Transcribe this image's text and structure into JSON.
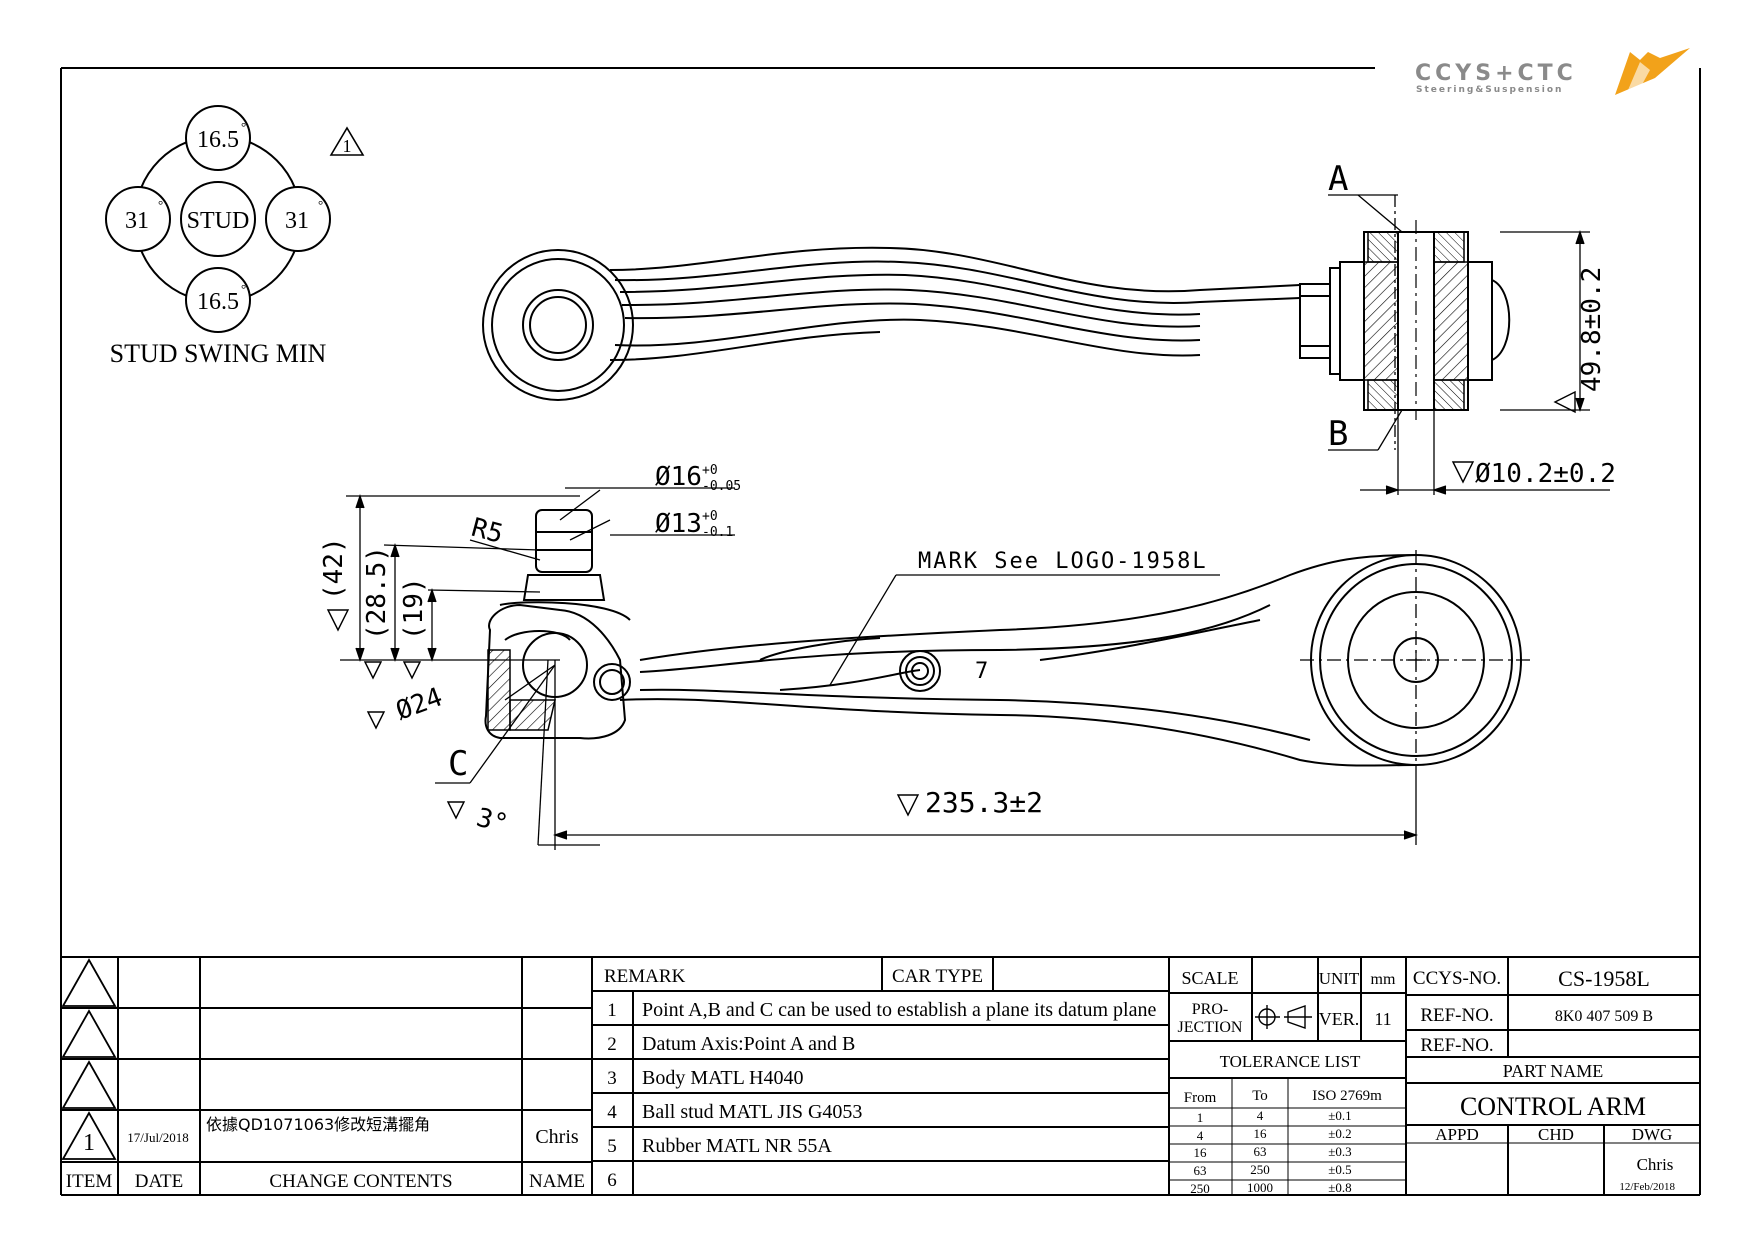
{
  "logo": {
    "brand": "CCYS+CTC",
    "tagline": "Steering&Suspension"
  },
  "swing": {
    "top": "16.5",
    "bottom": "16.5",
    "left": "31",
    "right": "31",
    "center": "STUD",
    "title": "STUD SWING MIN",
    "deg": "°",
    "rev_mark": "1"
  },
  "labels": {
    "point_a": "A",
    "point_b": "B",
    "point_c": "C",
    "dim_49_8": "49.8±0.2",
    "dim_10_2": "Ø10.2±0.2",
    "dim_16": "Ø16",
    "dim_16_tol_up": "+0",
    "dim_16_tol_dn": "-0.05",
    "dim_13": "Ø13",
    "dim_13_tol_up": "+0",
    "dim_13_tol_dn": "-0.1",
    "r5": "R5",
    "dim_42": "(42)",
    "dim_28_5": "(28.5)",
    "dim_19": "(19)",
    "dim_24": "Ø24",
    "dim_3deg": "3°",
    "dim_235": "235.3±2",
    "mark_note": "MARK See LOGO-1958L",
    "part_digit": "7"
  },
  "revisions": {
    "rows": [
      {
        "item": "",
        "date": "",
        "content": "",
        "name": ""
      },
      {
        "item": "",
        "date": "",
        "content": "",
        "name": ""
      },
      {
        "item": "",
        "date": "",
        "content": "",
        "name": ""
      },
      {
        "item": "1",
        "date": "17/Jul/2018",
        "content": "依據QD1071063修改短溝擺角",
        "name": "Chris"
      }
    ],
    "header": {
      "item": "ITEM",
      "date": "DATE",
      "content": "CHANGE CONTENTS",
      "name": "NAME"
    }
  },
  "remarks": {
    "remark_label": "REMARK",
    "car_type_label": "CAR TYPE",
    "items": [
      {
        "no": "1",
        "text": "Point A,B and C can be used to establish a plane its datum plane"
      },
      {
        "no": "2",
        "text": "Datum Axis:Point A and B"
      },
      {
        "no": "3",
        "text": "Body MATL H4040"
      },
      {
        "no": "4",
        "text": "Ball stud MATL JIS G4053"
      },
      {
        "no": "5",
        "text": "Rubber MATL NR 55A"
      },
      {
        "no": "6",
        "text": ""
      }
    ]
  },
  "title_block": {
    "scale_label": "SCALE",
    "unit_label": "UNIT",
    "unit_value": "mm",
    "projection_label_1": "PRO-",
    "projection_label_2": "JECTION",
    "ver_label": "VER.",
    "ver_value": "11",
    "tolerance_title": "TOLERANCE LIST",
    "tol_header": {
      "from": "From",
      "to": "To",
      "iso": "ISO 2769m"
    },
    "tolerances": [
      {
        "from": "1",
        "to": "4",
        "tol": "±0.1"
      },
      {
        "from": "4",
        "to": "16",
        "tol": "±0.2"
      },
      {
        "from": "16",
        "to": "63",
        "tol": "±0.3"
      },
      {
        "from": "63",
        "to": "250",
        "tol": "±0.5"
      },
      {
        "from": "250",
        "to": "1000",
        "tol": "±0.8"
      }
    ],
    "ccys_no_label": "CCYS-NO.",
    "ccys_no": "CS-1958L",
    "ref_no_label": "REF-NO.",
    "ref_no": "8K0 407 509 B",
    "ref_no_label_2": "REF-NO.",
    "ref_no_2": "",
    "part_name_label": "PART NAME",
    "part_name": "CONTROL ARM",
    "appd_label": "APPD",
    "chd_label": "CHD",
    "dwg_label": "DWG",
    "dwg_name": "Chris",
    "dwg_date": "12/Feb/2018"
  },
  "colors": {
    "logo_gray": "#8a8a8a",
    "logo_orange": "#f2a21a",
    "line": "#000000"
  }
}
